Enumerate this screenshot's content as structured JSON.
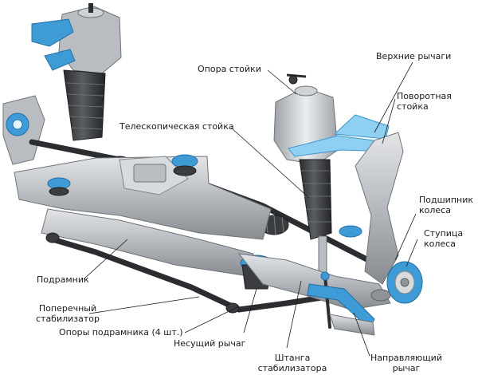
{
  "labels": {
    "strut_mount": "Опора стойки",
    "upper_arms": "Верхние рычаги",
    "steering_knuckle": [
      "Поворотная",
      "стойка"
    ],
    "telescopic_strut": "Телескопическая стойка",
    "wheel_bearing": [
      "Подшипник",
      "колеса"
    ],
    "wheel_hub": [
      "Ступица",
      "колеса"
    ],
    "subframe": "Подрамник",
    "stabilizer_bar": [
      "Поперечный",
      "стабилизатор"
    ],
    "subframe_mounts": "Опоры подрамника (4 шт.)",
    "lower_arm": "Несущий рычаг",
    "stabilizer_link": [
      "Штанга",
      "стабилизатора"
    ],
    "guide_arm": [
      "Направляющий",
      "рычаг"
    ]
  },
  "colors": {
    "accent_blue": "#3f9bd6",
    "metal": "#b9bdc2",
    "rubber": "#3a3c3f",
    "text": "#1a1a1a"
  }
}
